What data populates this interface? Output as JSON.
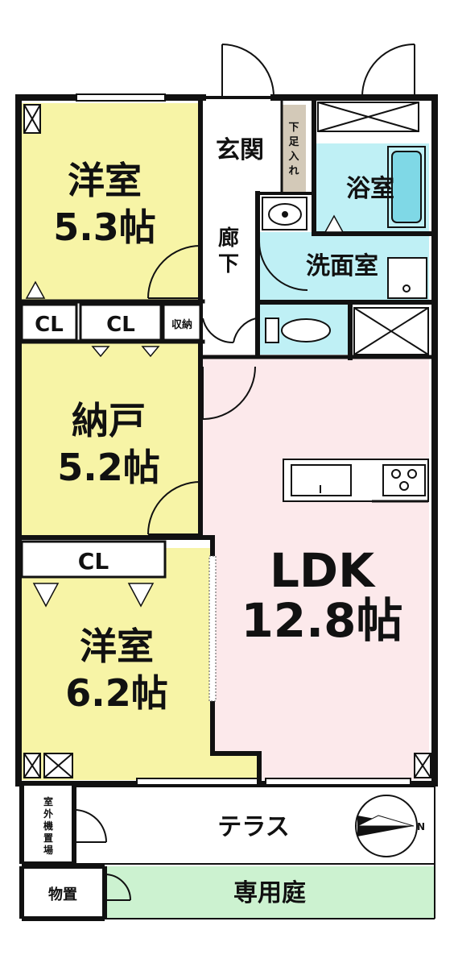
{
  "rooms": {
    "western_room_1": {
      "name": "洋室",
      "size": "5.3帖"
    },
    "storage_room": {
      "name": "納戸",
      "size": "5.2帖"
    },
    "western_room_2": {
      "name": "洋室",
      "size": "6.2帖"
    },
    "ldk": {
      "name": "LDK",
      "size": "12.8帖"
    },
    "entrance": {
      "name": "玄関"
    },
    "shoe_cabinet": {
      "chars": [
        "下",
        "足",
        "入",
        "れ"
      ]
    },
    "bathroom": {
      "name": "浴室"
    },
    "washroom": {
      "name": "洗面室"
    },
    "hallway": {
      "chars": [
        "廊",
        "下"
      ]
    },
    "closets": [
      "CL",
      "CL",
      "CL"
    ],
    "storage_small": "収納",
    "terrace": "テラス",
    "ac_unit_space": {
      "chars": [
        "室",
        "外",
        "機",
        "置",
        "場"
      ]
    },
    "shed": "物置",
    "private_garden": "専用庭"
  },
  "compass": {
    "north_label": "N"
  },
  "colors": {
    "western_room": "#f7f4a6",
    "ldk": "#fce9eb",
    "wet_area": "#bff0f5",
    "garden": "#ccf2d0",
    "entrance": "#ffffff",
    "shoe_cabinet": "#d3c9b8",
    "wall": "#111111"
  }
}
